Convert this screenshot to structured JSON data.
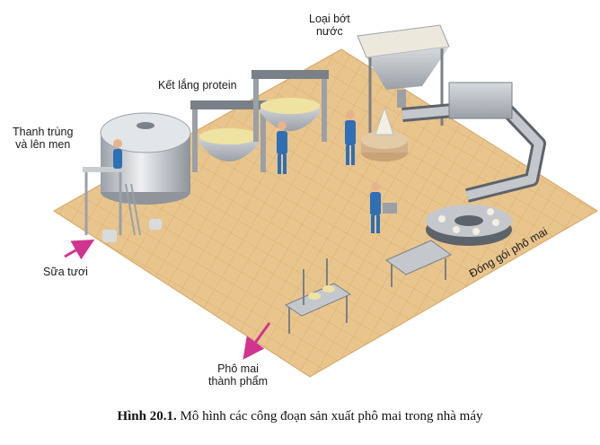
{
  "labels": {
    "pasteurize_line1": "Thanh trùng",
    "pasteurize_line2": "và lên men",
    "protein_settling": "Kết lắng protein",
    "whey_removal_line1": "Loại bớt",
    "whey_removal_line2": "nước",
    "fresh_milk": "Sữa tươi",
    "packaging": "Đóng gói phô mai",
    "finished_cheese_line1": "Phô mai",
    "finished_cheese_line2": "thành phẩm"
  },
  "caption": {
    "number": "Hình 20.1.",
    "text": "Mô hình các công đoạn sản xuất phô mai trong nhà máy"
  },
  "colors": {
    "floor": "#e9c58e",
    "grid": "#d9ad6c",
    "steel": "#b9bec4",
    "worker": "#2f6fb4",
    "arrow": "#d0348f",
    "cheese": "#efe3a2"
  }
}
